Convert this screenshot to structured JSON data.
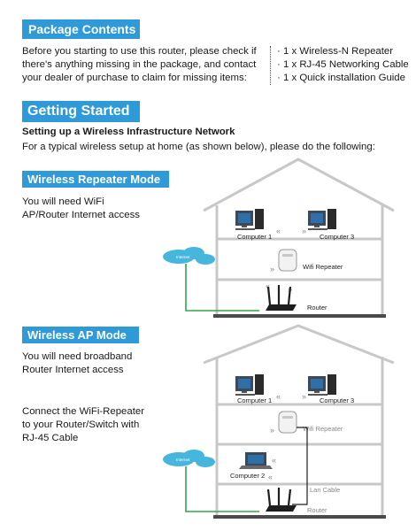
{
  "package": {
    "title": "Package Contents",
    "intro": [
      "Before you starting to use this router, please check if",
      "there's anything missing in the package, and contact",
      "your dealer of purchase to claim for missing items:"
    ],
    "items": [
      "· 1 x Wireless-N Repeater",
      "· 1 x RJ-45 Networking Cable",
      "· 1 x Quick installation Guide"
    ]
  },
  "getting_started": {
    "title": "Getting Started",
    "subtitle": "Setting up a Wireless Infrastructure Network",
    "description": "For a typical wireless setup at home (as shown below), please do the following:"
  },
  "repeater_mode": {
    "title": "Wireless Repeater Mode",
    "text": [
      "You will need WiFi",
      "AP/Router Internet access"
    ],
    "labels": {
      "computer1": "Computer 1",
      "computer3": "Computer 3",
      "repeater": "Wifi Repeater",
      "router": "Router",
      "internet": "Internet"
    }
  },
  "ap_mode": {
    "title": "Wireless AP Mode",
    "text": [
      "You will need broadband",
      "Router Internet access"
    ],
    "connect_text": [
      "Connect the WiFi-Repeater",
      "to your Router/Switch with",
      "RJ-45 Cable"
    ],
    "labels": {
      "computer1": "Computer 1",
      "computer3": "Computer 3",
      "repeater": "Wifi Repeater",
      "computer2": "Computer 2",
      "lan_cable": "Lan Cable",
      "router": "Router",
      "internet": "Internet"
    }
  },
  "colors": {
    "banner": "#2e9ad8",
    "house_line": "#c8c8c8",
    "internet_cloud": "#46b6dc",
    "internet_cable": "#2ea84a"
  }
}
